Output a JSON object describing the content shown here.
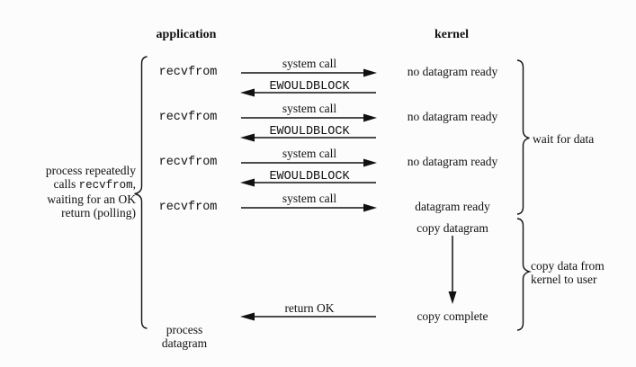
{
  "figure": {
    "columns": {
      "application": "application",
      "kernel": "kernel"
    },
    "left_note": {
      "line1": "process repeatedly",
      "line2_prefix": "calls ",
      "line2_code": "recvfrom",
      "line2_suffix": ",",
      "line3": "waiting for an OK",
      "line4": "return (polling)"
    },
    "calls": [
      {
        "caller": "recvfrom",
        "request": "system call",
        "kernel_state": "no datagram ready",
        "response": "EWOULDBLOCK"
      },
      {
        "caller": "recvfrom",
        "request": "system call",
        "kernel_state": "no datagram ready",
        "response": "EWOULDBLOCK"
      },
      {
        "caller": "recvfrom",
        "request": "system call",
        "kernel_state": "no datagram ready",
        "response": "EWOULDBLOCK"
      },
      {
        "caller": "recvfrom",
        "request": "system call",
        "kernel_state": "datagram ready"
      }
    ],
    "kernel_actions": {
      "copy_datagram": "copy datagram",
      "copy_complete": "copy complete"
    },
    "final_return": "return OK",
    "bottom_note": {
      "line1": "process",
      "line2": "datagram"
    },
    "braces": {
      "wait": "wait for data",
      "copy_line1": "copy data from",
      "copy_line2": "kernel to user"
    },
    "colors": {
      "ink": "#111111",
      "background": "#fcfcfc"
    }
  }
}
